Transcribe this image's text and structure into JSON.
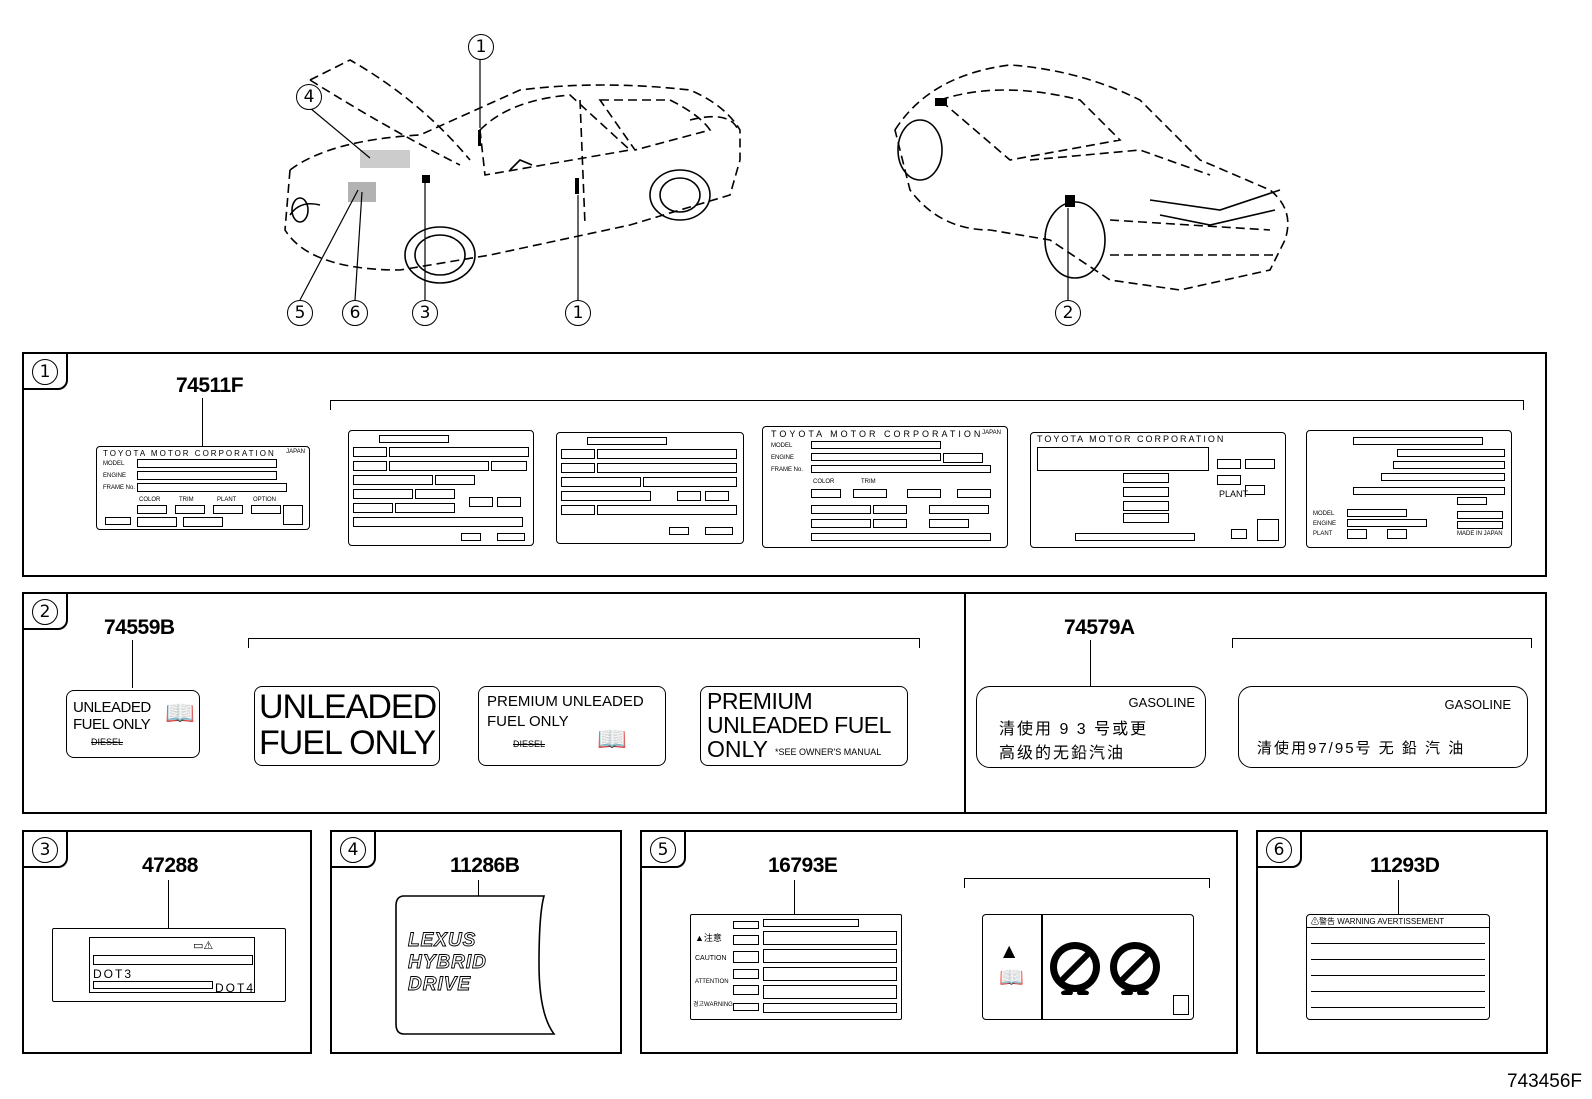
{
  "callouts": [
    "1",
    "2",
    "3",
    "4",
    "5",
    "6"
  ],
  "part_numbers": {
    "p1": "74511F",
    "p2a": "74559B",
    "p2b": "74579A",
    "p3": "47288",
    "p4": "11286B",
    "p5": "16793E",
    "p6": "11293D"
  },
  "labels": {
    "tmc": "TOYOTA MOTOR CORPORATION",
    "japan": "JAPAN",
    "model": "MODEL",
    "engine": "ENGINE",
    "frame": "FRAME No.",
    "color": "COLOR",
    "trim": "TRIM",
    "plant": "PLANT",
    "option": "OPTION",
    "made_in_japan": "MADE IN JAPAN",
    "unleaded_small": "UNLEADED\nFUEL ONLY",
    "diesel": "DIESEL",
    "unleaded_big_1": "UNLEADED",
    "unleaded_big_2": "FUEL ONLY",
    "premium_small_1": "PREMIUM  UNLEADED",
    "premium_small_2": "FUEL ONLY",
    "premium_big_1": "PREMIUM",
    "premium_big_2": "UNLEADED FUEL",
    "premium_big_3": "ONLY",
    "see_manual": "*SEE OWNER'S MANUAL",
    "gasoline": "GASOLINE",
    "cn_93_1": "清使用 9 3 号或更",
    "cn_93_2": "高级的无鉛汽油",
    "cn_97": "清使用97/95号 无 鉛 汽 油",
    "dot3": "DOT3",
    "dot4": "DOT4",
    "lexus": "LEXUS",
    "hybrid": "HYBRID",
    "drive": "DRIVE",
    "caution_cn": "▲注意",
    "caution": "CAUTION",
    "attention": "ATTENTION",
    "warning_kr": "경고WARNING",
    "warning_avert": "⚠警告 WARNING AVERTISSEMENT"
  },
  "figure_id": "743456F"
}
